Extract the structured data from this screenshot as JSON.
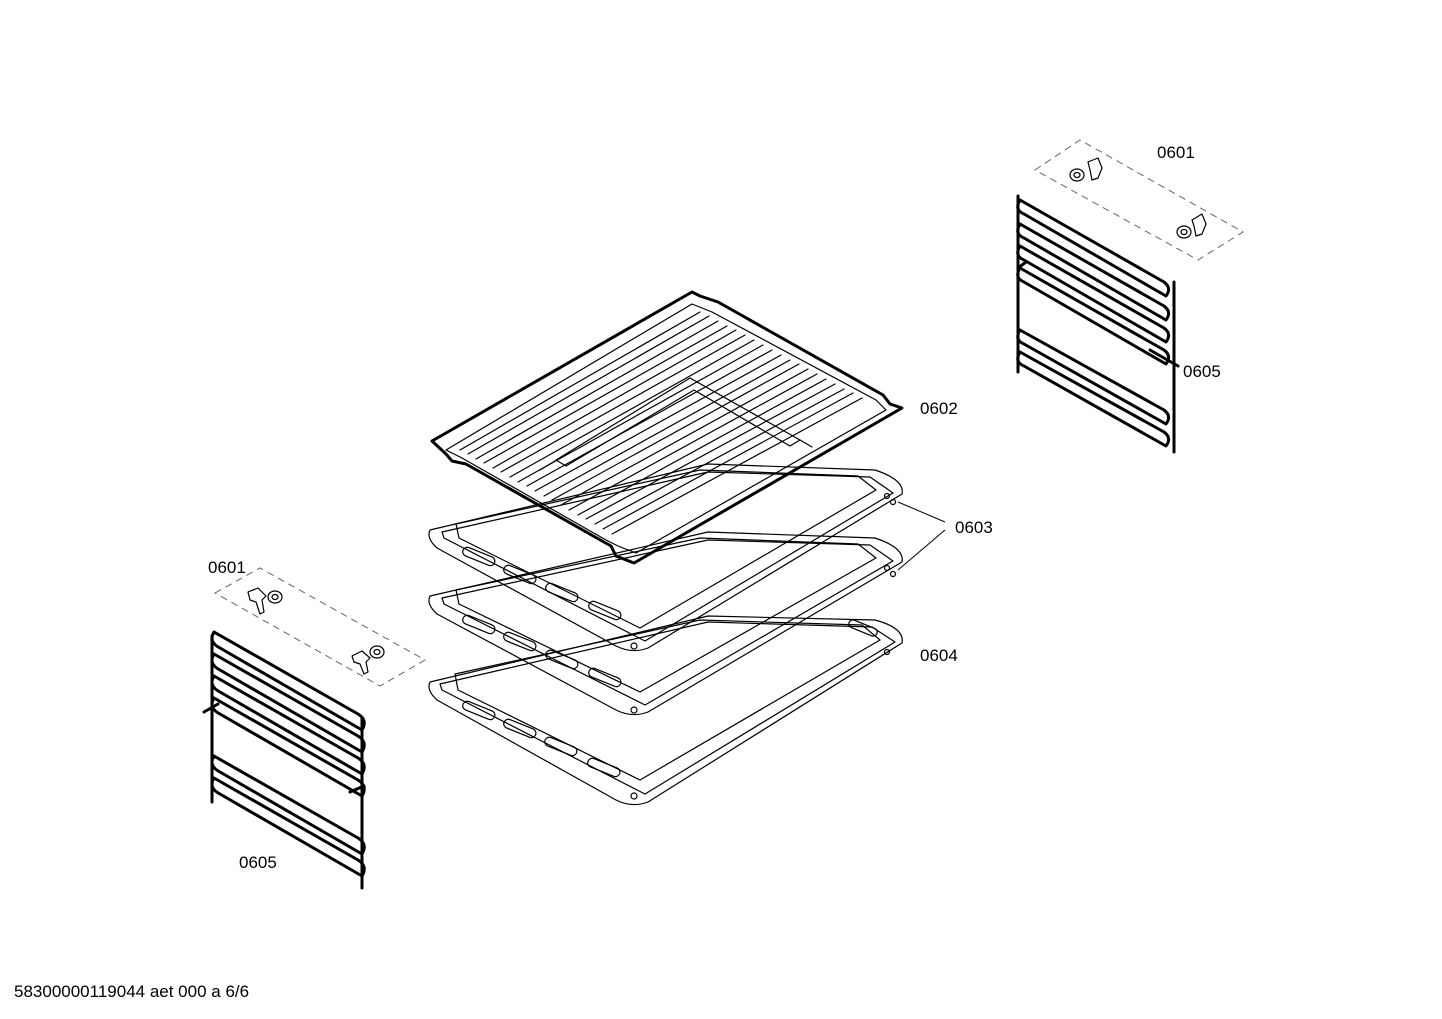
{
  "labels": {
    "clips_right": "0601",
    "clips_left": "0601",
    "wire_shelf": "0602",
    "baking_trays": "0603",
    "deep_tray": "0604",
    "rails_right": "0605",
    "rails_left": "0605"
  },
  "footer": "58300000119044 aet 000 a 6/6"
}
